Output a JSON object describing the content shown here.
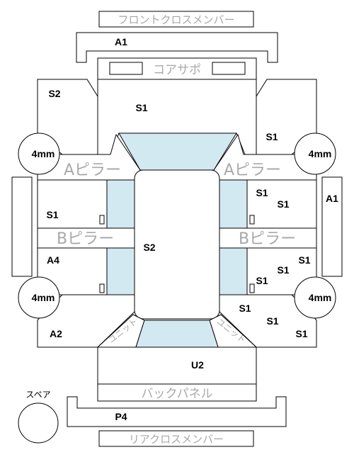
{
  "labels": {
    "front_cross_member": "フロントクロスメンバー",
    "core_support": "コアサポ",
    "a_pillar": "Aピラー",
    "b_pillar": "Bピラー",
    "back_panel": "バックパネル",
    "rear_cross_member": "リアクロスメンバー",
    "spare": "スペア",
    "unit": "ユニット"
  },
  "codes": {
    "front_cross_member": "A1",
    "core_support_center": "S1",
    "front_left_apron": "S2",
    "front_right_apron": "S1",
    "tire_size": "4mm",
    "right_side_sill": "A1",
    "left_front_door": "S1",
    "right_front_door_inner": "S1",
    "right_front_door_outer": "S1",
    "center_cabin": "S2",
    "left_rear_door": "A4",
    "right_rear_door_inner": "S1",
    "right_rear_door_outer": "S1",
    "right_rear_door_upper": "S1",
    "right_rear_quarter_inner": "S1",
    "right_rear_quarter_mid": "S1",
    "right_rear_quarter_outer": "S1",
    "left_rear_quarter": "A2",
    "trunk": "U2",
    "rear_cross_member": "P4"
  },
  "colors": {
    "glass": "#d3e9f1",
    "outline": "#000000",
    "label_gray": "#a8a8a8"
  }
}
